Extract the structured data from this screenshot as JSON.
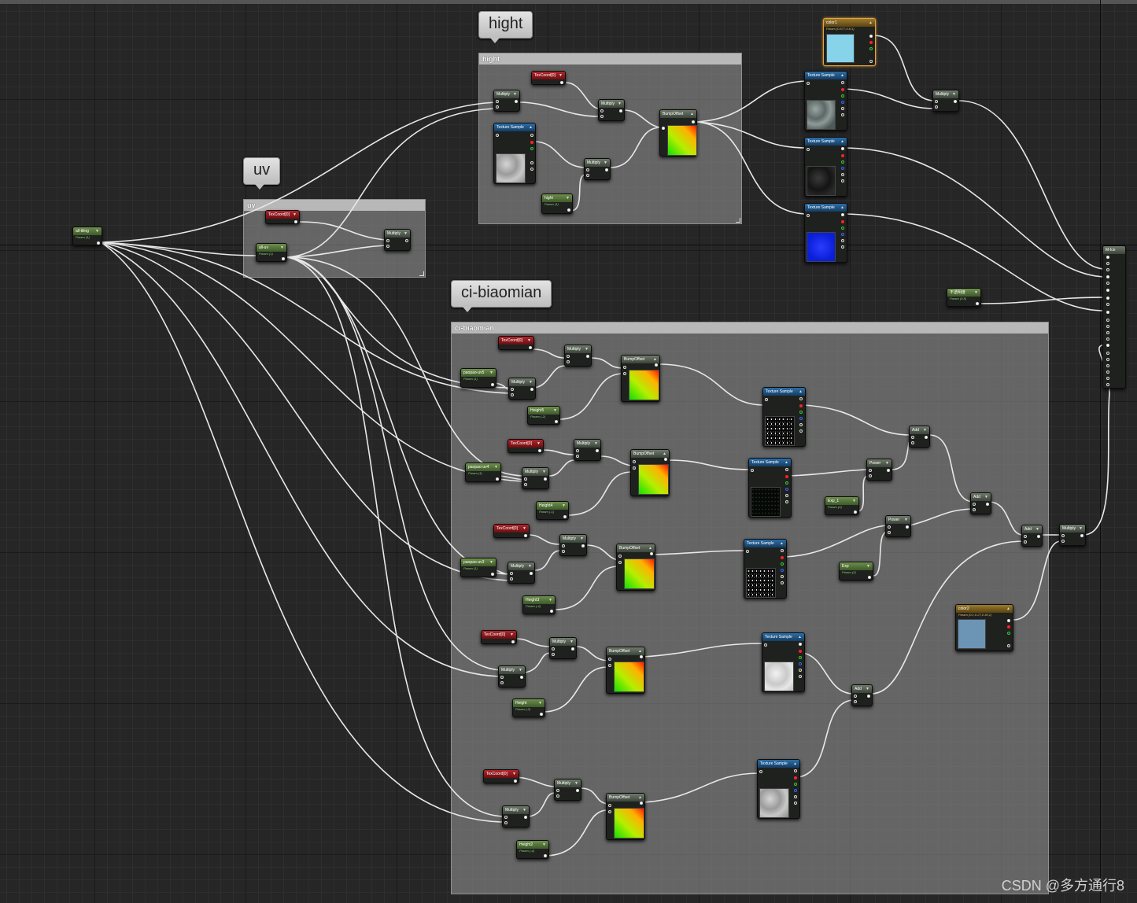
{
  "comments": {
    "hight": {
      "bubble": "hight",
      "title": "hight"
    },
    "uv": {
      "bubble": "uv",
      "title": "uv"
    },
    "ci": {
      "bubble": "ci-biaomian",
      "title": "ci-biaomian"
    }
  },
  "nodes": {
    "alltiling": {
      "title": "all-tiling",
      "sub": "Param (1)"
    },
    "uv_texcoord": {
      "title": "TexCoord[0]"
    },
    "uv_alluv": {
      "title": "all-uv",
      "sub": "Param (1)"
    },
    "uv_multiply": {
      "title": "Multiply"
    },
    "h_texcoord": {
      "title": "TexCoord[0]"
    },
    "h_multiply1": {
      "title": "Multiply"
    },
    "h_multiply2": {
      "title": "Multiply"
    },
    "h_texsample": {
      "title": "Texture Sample"
    },
    "h_multiply3": {
      "title": "Multiply"
    },
    "h_hight": {
      "title": "hight",
      "sub": "Param (1)"
    },
    "h_bump": {
      "title": "BumpOffset"
    },
    "color1": {
      "title": "color1",
      "sub": "Param (0.577,0.8,1)"
    },
    "ts_top1": {
      "title": "Texture Sample"
    },
    "ts_top2": {
      "title": "Texture Sample"
    },
    "ts_top3": {
      "title": "Texture Sample"
    },
    "top_multiply": {
      "title": "Multiply"
    },
    "m_ice": {
      "title": "M-Ice"
    },
    "opacity_param": {
      "title": "不透明度",
      "sub": "Param (0.8)"
    },
    "r1_texcoord": {
      "title": "TexCoord[0]"
    },
    "r1_uv": {
      "title": "paopao-uv5",
      "sub": "Param (1)"
    },
    "r1_mulA": {
      "title": "Multiply"
    },
    "r1_mulB": {
      "title": "Multiply"
    },
    "r1_height": {
      "title": "Height5",
      "sub": "Param (-2)"
    },
    "r1_bump": {
      "title": "BumpOffset"
    },
    "r1_ts": {
      "title": "Texture Sample"
    },
    "add_top": {
      "title": "Add"
    },
    "r2_texcoord": {
      "title": "TexCoord[0]"
    },
    "r2_uv": {
      "title": "paopao-uv4",
      "sub": "Param (1)"
    },
    "r2_mulA": {
      "title": "Multiply"
    },
    "r2_mulB": {
      "title": "Multiply"
    },
    "r2_height": {
      "title": "Height4",
      "sub": "Param (-1)"
    },
    "r2_bump": {
      "title": "BumpOffset"
    },
    "r2_ts": {
      "title": "Texture Sample"
    },
    "power1": {
      "title": "Power"
    },
    "exp1": {
      "title": "Exp_1",
      "sub": "Param (2)"
    },
    "add_mid": {
      "title": "Add"
    },
    "r3_texcoord": {
      "title": "TexCoord[0]"
    },
    "r3_uv": {
      "title": "paopao-uv3",
      "sub": "Param (1)"
    },
    "r3_mulA": {
      "title": "Multiply"
    },
    "r3_mulB": {
      "title": "Multiply"
    },
    "r3_height": {
      "title": "Height3",
      "sub": "Param (-4)"
    },
    "r3_bump": {
      "title": "BumpOffset"
    },
    "r3_ts": {
      "title": "Texture Sample"
    },
    "power2": {
      "title": "Power"
    },
    "exp2": {
      "title": "Exp",
      "sub": "Param (2)"
    },
    "add_r": {
      "title": "Add"
    },
    "mul_r": {
      "title": "Multiply"
    },
    "color2": {
      "title": "color2",
      "sub": "Param (0.1,0.27,0.38,1)"
    },
    "r4_texcoord": {
      "title": "TexCoord[0]"
    },
    "r4_mulA": {
      "title": "Multiply"
    },
    "r4_mulB": {
      "title": "Multiply"
    },
    "r4_height": {
      "title": "Height",
      "sub": "Param (-3)"
    },
    "r4_bump": {
      "title": "BumpOffset"
    },
    "r4_ts": {
      "title": "Texture Sample"
    },
    "add_low": {
      "title": "Add"
    },
    "r5_texcoord": {
      "title": "TexCoord[0]"
    },
    "r5_mulA": {
      "title": "Multiply"
    },
    "r5_mulB": {
      "title": "Multiply"
    },
    "r5_height": {
      "title": "Height2",
      "sub": "Param (-4)"
    },
    "r5_bump": {
      "title": "BumpOffset"
    },
    "r5_ts": {
      "title": "Texture Sample"
    }
  },
  "watermark": "CSDN @多方通行8"
}
